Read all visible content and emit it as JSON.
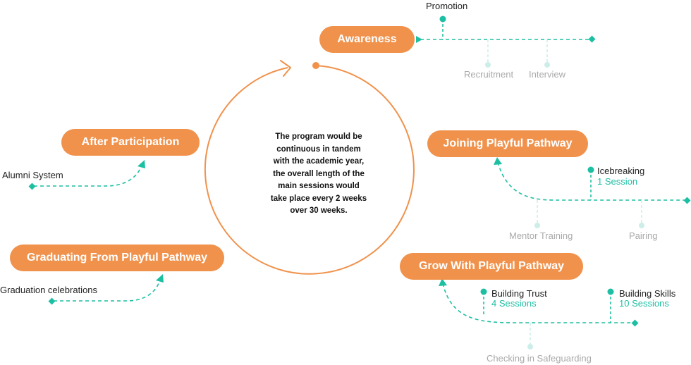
{
  "colors": {
    "accent": "#f0924c",
    "teal": "#1dbfa3",
    "faded_teal": "#cdeee8",
    "muted_text": "#a9a9a9"
  },
  "center": {
    "lines": [
      "The program would be",
      "continuous in tandem",
      "with the academic year,",
      "the overall length of the",
      "main sessions would",
      "take place every 2 weeks",
      "over 30 weeks."
    ]
  },
  "stages": {
    "awareness": {
      "title": "Awareness",
      "promotion": "Promotion",
      "recruitment": "Recruitment",
      "interview": "Interview"
    },
    "joining": {
      "title": "Joining  Playful Pathway",
      "icebreaking": "Icebreaking",
      "icebreaking_sessions": "1 Session",
      "mentor_training": "Mentor Training",
      "pairing": "Pairing"
    },
    "grow": {
      "title": "Grow With Playful Pathway",
      "building_trust": "Building Trust",
      "building_trust_sessions": "4 Sessions",
      "building_skills": "Building Skills",
      "building_skills_sessions": "10 Sessions",
      "safeguarding": "Checking in Safeguarding"
    },
    "graduating": {
      "title": "Graduating From Playful Pathway",
      "celebrations": "Graduation celebrations"
    },
    "after": {
      "title": "After Participation",
      "alumni": "Alumni System"
    }
  }
}
